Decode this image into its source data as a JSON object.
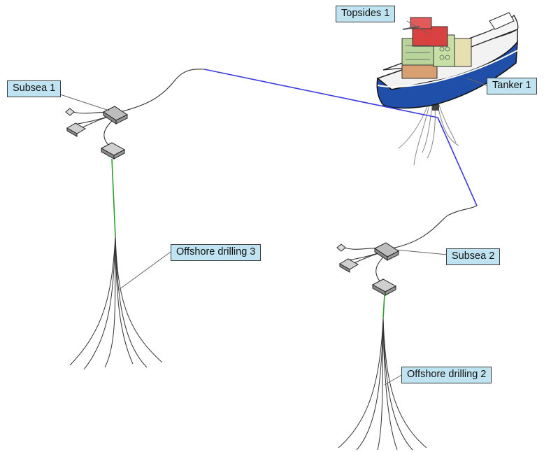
{
  "labels": {
    "topsides_1": "Topsides 1",
    "tanker_1": "Tanker 1",
    "subsea_1": "Subsea 1",
    "subsea_2": "Subsea 2",
    "offshore_drilling_3": "Offshore drilling 3",
    "offshore_drilling_2": "Offshore drilling 2"
  },
  "colors": {
    "label_fill": "#bfe3f0",
    "export_line": "#3a3ae0",
    "riser_line": "#2aa02a",
    "flowline": "#333333",
    "hull_blue": "#1f4fa8"
  },
  "icons": {
    "vessel": "tanker-ship-icon",
    "template": "subsea-template-icon",
    "well": "drilling-well-icon"
  }
}
